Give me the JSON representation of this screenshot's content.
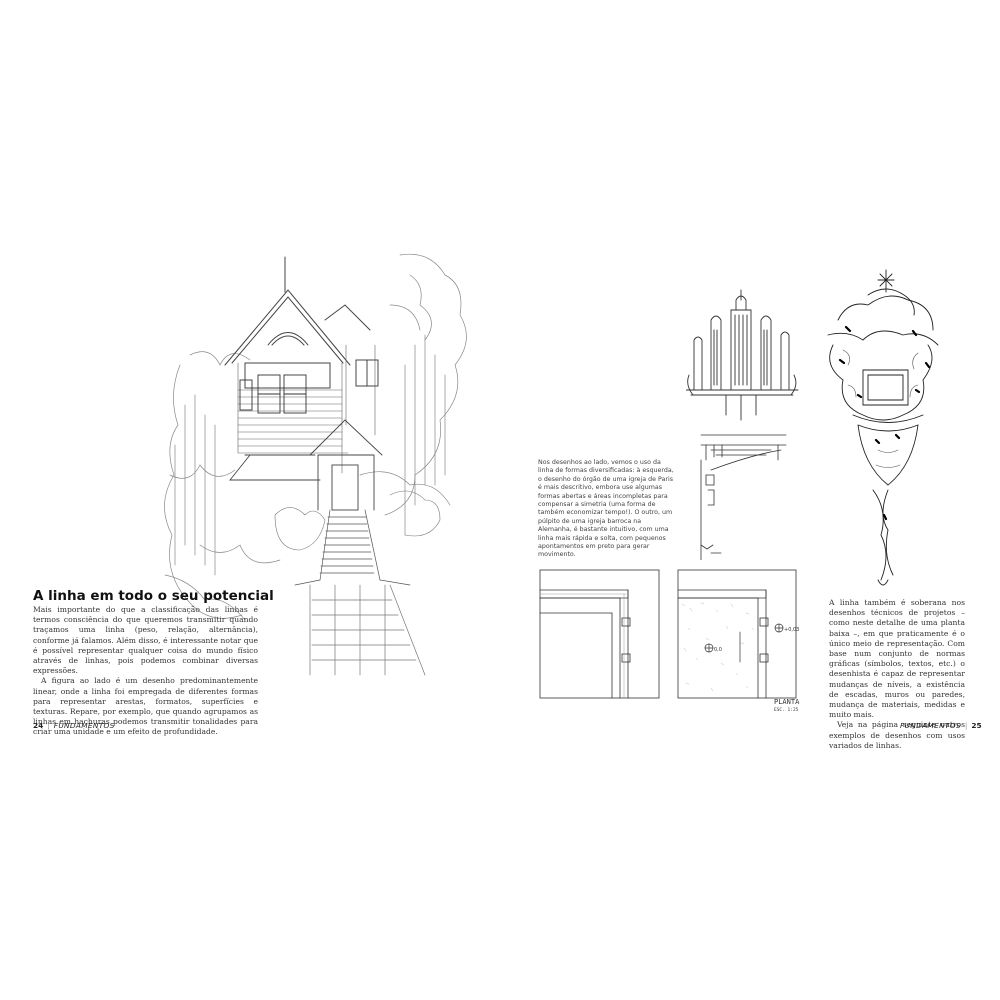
{
  "left_page": {
    "section_title": "A linha em todo o seu potencial",
    "paragraphs": [
      "Mais importante do que a classificação das linhas é termos consciência do que queremos transmitir quando traçamos uma linha (peso, relação, alternância), conforme já falamos. Além disso, é interessante notar que é possível representar qualquer coisa do mundo físico através de linhas, pois podemos combinar diversas expressões.",
      "A figura ao lado é um desenho predominantemente linear, onde a linha foi empregada de diferentes formas para representar arestas, formatos, superfícies e texturas. Repare, por exemplo, que quando agrupamos as linhas em hachuras podemos transmitir tonalidades para criar uma unidade e um efeito de profundidade."
    ],
    "folio": {
      "number": "24",
      "running_head": "FUNDAMENTOS"
    }
  },
  "right_page": {
    "caption": "Nos desenhos ao lado, vemos o uso da linha de formas diversificadas: à esquerda, o desenho do órgão de uma igreja de Paris é mais descritivo, embora use algumas formas abertas e áreas incompletas para compensar a simetria (uma forma de também economizar tempo!). O outro, um púlpito de uma igreja barroca na Alemanha, é bastante intuitivo, com uma linha mais rápida e solta, com pequenos apontamentos em preto para gerar movimento.",
    "paragraphs": [
      "A linha também é soberana nos desenhos técnicos de projetos – como neste detalhe de uma planta baixa –, em que praticamente é o único meio de representação. Com base num conjunto de normas gráficas (símbolos, textos, etc.) o desenhista é capaz de representar mudanças de níveis, a existência de escadas, muros ou paredes, mudança de materiais, medidas e muito mais.",
      "Veja na página seguinte outros exemplos de desenhos com usos variados de linhas."
    ],
    "drawing_labels": {
      "plan_title": "PLANTA",
      "plan_scale": "ESC. 1:25",
      "level_a": "+0,03",
      "level_b": "0,0"
    },
    "folio": {
      "number": "25",
      "running_head": "FUNDAMENTOS"
    }
  }
}
